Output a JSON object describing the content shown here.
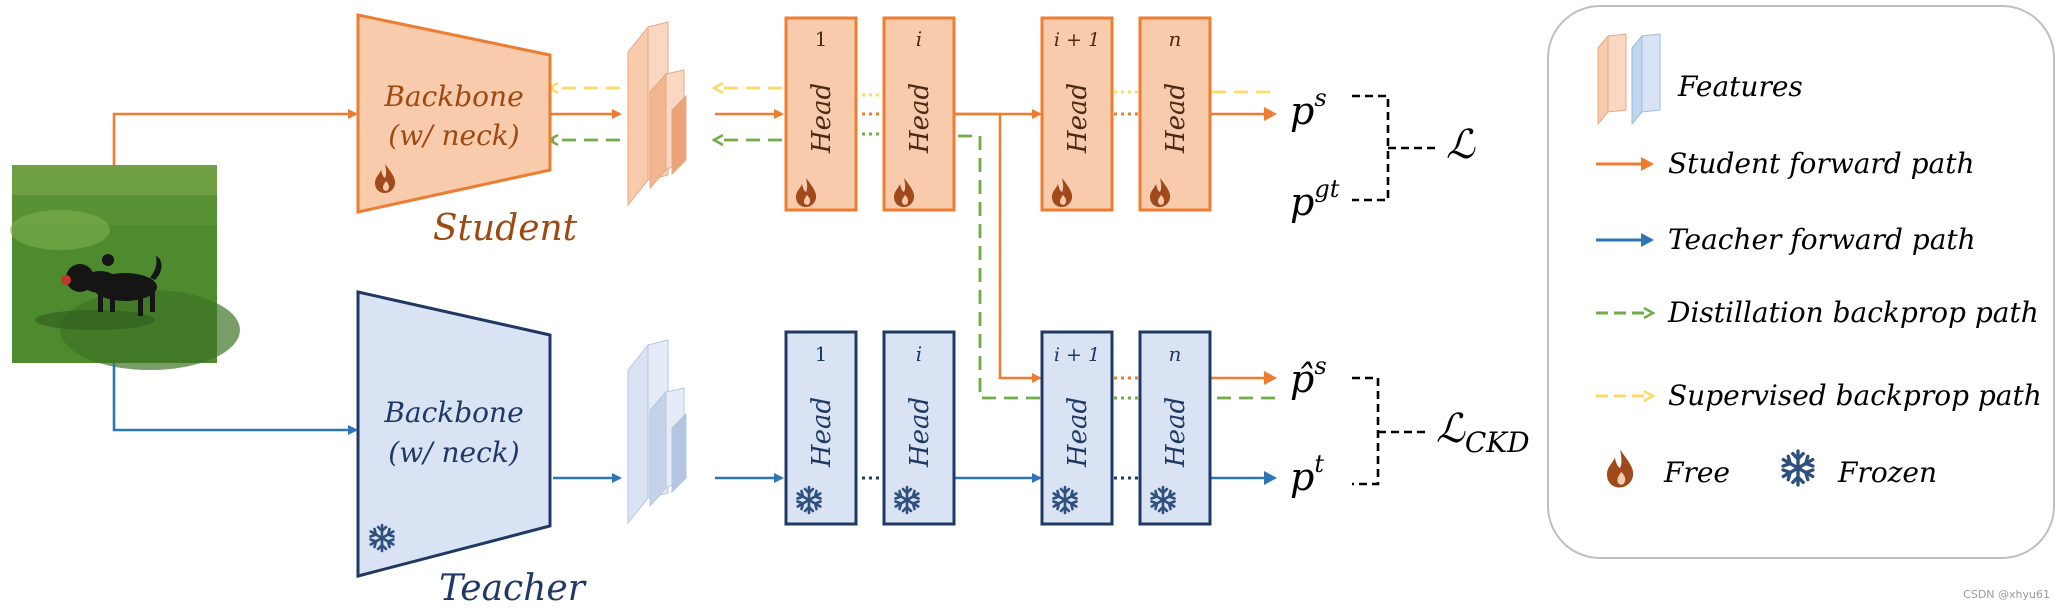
{
  "student": {
    "backbone_line1": "Backbone",
    "backbone_line2": "(w/ neck)",
    "label": "Student",
    "heads": [
      {
        "index": "1",
        "label": "Head"
      },
      {
        "index": "i",
        "label": "Head"
      },
      {
        "index": "i + 1",
        "label": "Head"
      },
      {
        "index": "n",
        "label": "Head"
      }
    ],
    "out_pred": "p",
    "out_pred_sup": "s",
    "out_gt": "p",
    "out_gt_sup": "gt",
    "loss": "ℒ"
  },
  "teacher": {
    "backbone_line1": "Backbone",
    "backbone_line2": "(w/ neck)",
    "label": "Teacher",
    "heads": [
      {
        "index": "1",
        "label": "Head"
      },
      {
        "index": "i",
        "label": "Head"
      },
      {
        "index": "i + 1",
        "label": "Head"
      },
      {
        "index": "n",
        "label": "Head"
      }
    ],
    "out_pred": "p̂",
    "out_pred_sup": "s",
    "out_t": "p",
    "out_t_sup": "t",
    "loss": "ℒ",
    "loss_sub": "CKD"
  },
  "legend": {
    "features": "Features",
    "student_path": "Student forward path",
    "teacher_path": "Teacher forward path",
    "distill_path": "Distillation backprop path",
    "supervised_path": "Supervised backprop path",
    "free": "Free",
    "frozen": "Frozen"
  },
  "watermark": "CSDN @xhyu61",
  "colors": {
    "student": "#ED7D31",
    "student_fill": "#F8CBAD",
    "student_text": "#9C4A12",
    "teacher": "#2E75B6",
    "teacher_border": "#1F3864",
    "teacher_fill": "#DAE3F3",
    "distill": "#70AD47",
    "supervised": "#FFD966",
    "flame": "#A04A1B"
  }
}
